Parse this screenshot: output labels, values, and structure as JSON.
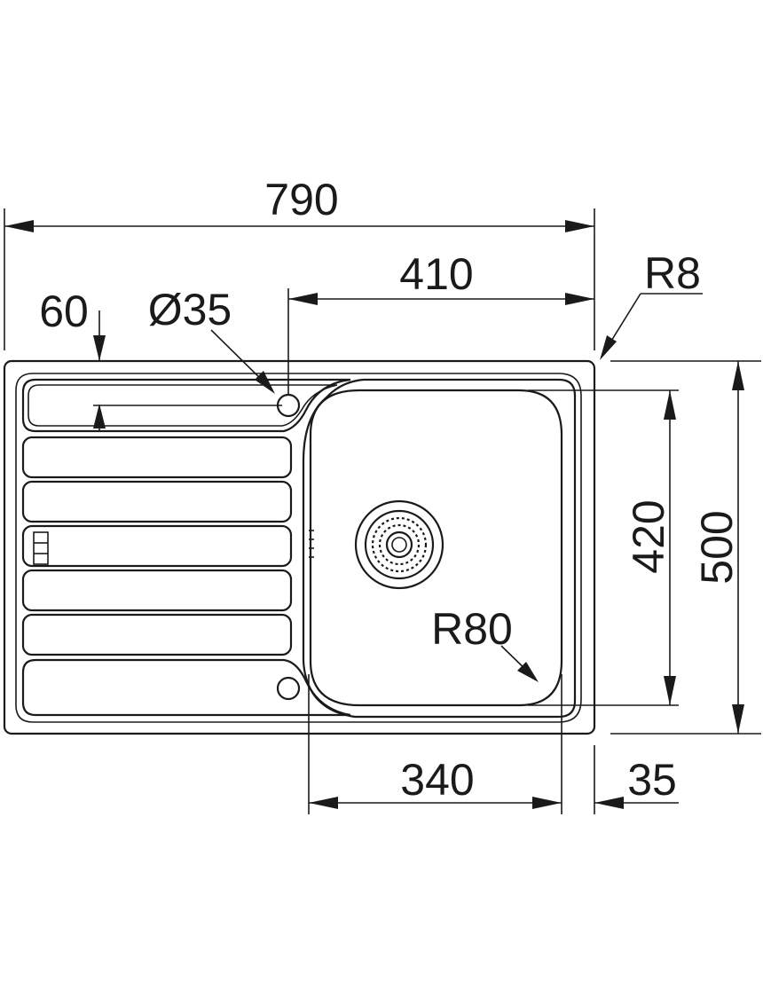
{
  "dimensions": {
    "overall_width": "790",
    "bowl_offset": "410",
    "corner_radius": "R8",
    "drainer_rib": "60",
    "tap_hole": "Ø35",
    "bowl_depth_inner": "420",
    "overall_depth": "500",
    "bowl_corner_radius": "R80",
    "bowl_width": "340",
    "edge_margin": "35"
  }
}
